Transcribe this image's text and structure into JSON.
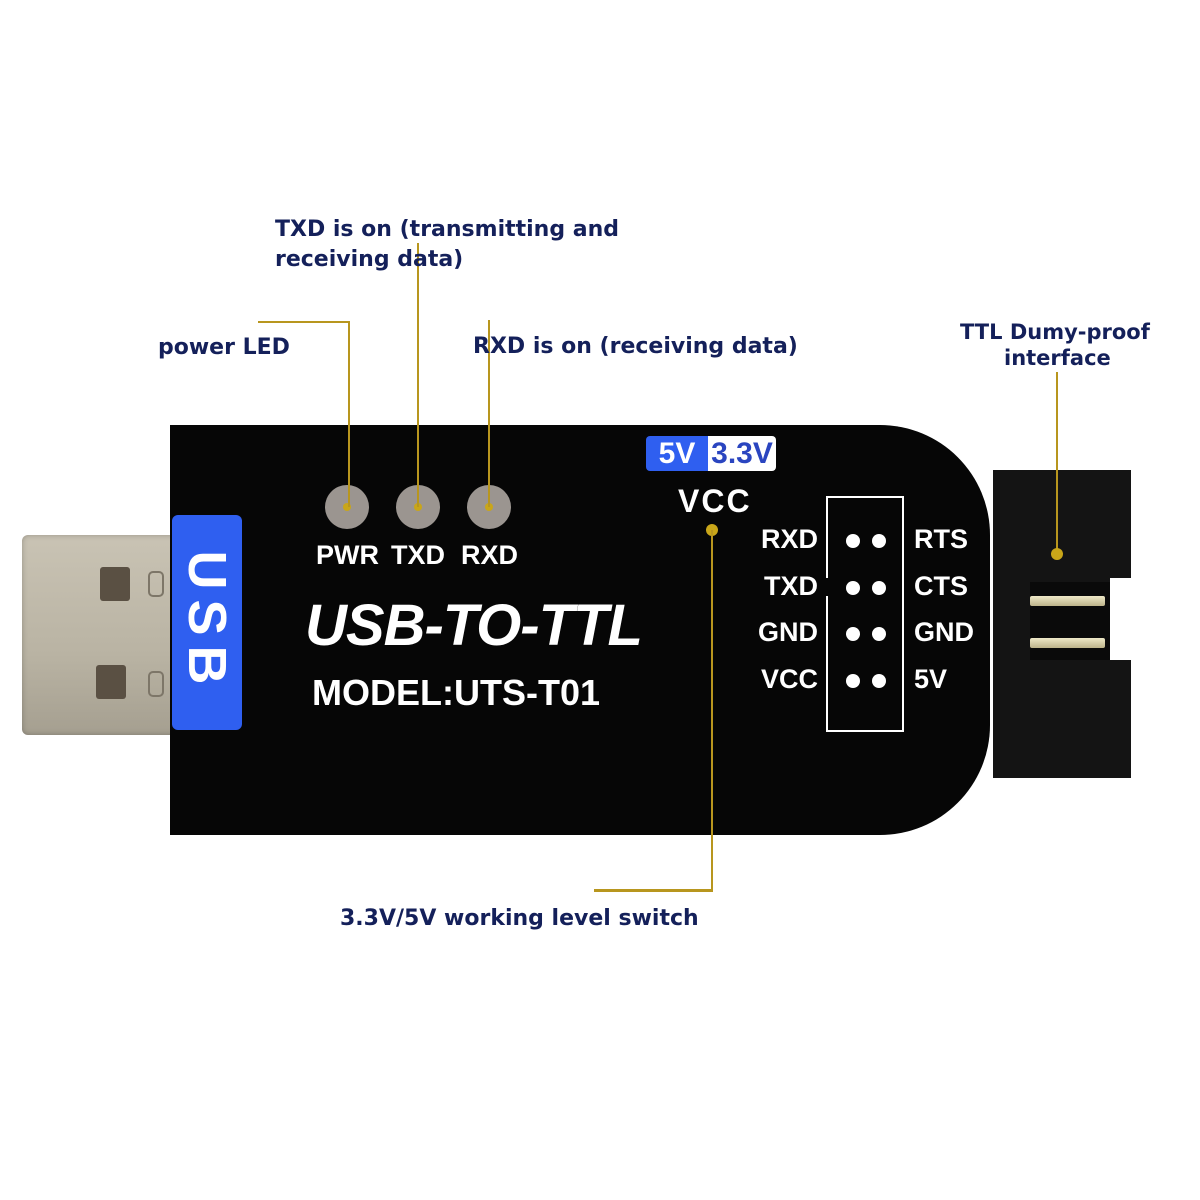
{
  "callouts": {
    "power_led": "power LED",
    "txd_line1": "TXD is on (transmitting and",
    "txd_line2": "receiving data)",
    "rxd": "RXD is on (receiving data)",
    "ttl_line1": "TTL Dumy-proof",
    "ttl_line2": "interface",
    "level_switch": "3.3V/5V working level switch"
  },
  "device": {
    "usb_tab_label": "USB",
    "title": "USB-TO-TTL",
    "model": "MODEL:UTS-T01",
    "leds": [
      {
        "label": "PWR"
      },
      {
        "label": "TXD"
      },
      {
        "label": "RXD"
      }
    ],
    "voltage_switch": {
      "option_5v": "5V",
      "option_3v3": "3.3V",
      "label": "VCC"
    },
    "pin_header": {
      "rows": [
        {
          "left": "RXD",
          "right": "RTS"
        },
        {
          "left": "TXD",
          "right": "CTS"
        },
        {
          "left": "GND",
          "right": "GND"
        },
        {
          "left": "VCC",
          "right": "5V"
        }
      ]
    }
  },
  "colors": {
    "callout_text": "#14205a",
    "leader_line": "#b8961e",
    "usb_blue": "#2f5ff0",
    "board": "#060606"
  }
}
